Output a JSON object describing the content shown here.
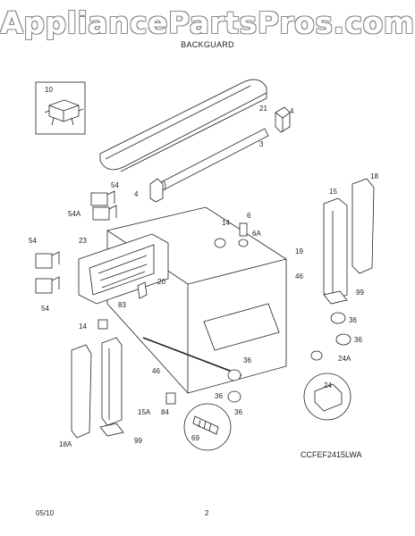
{
  "watermark": "AppliancePartsPros.com",
  "section_title": "BACKGUARD",
  "model_code": "CCFEF2415LWA",
  "footer": {
    "date": "05/10",
    "page": "2"
  },
  "callouts": [
    "10",
    "21",
    "4",
    "3",
    "4",
    "54",
    "54A",
    "14",
    "6",
    "6A",
    "19",
    "23",
    "54",
    "54",
    "20",
    "83",
    "46",
    "14",
    "46",
    "36",
    "84",
    "15A",
    "18A",
    "99",
    "69",
    "18",
    "15",
    "99",
    "36",
    "36",
    "24A",
    "36",
    "36",
    "24"
  ]
}
